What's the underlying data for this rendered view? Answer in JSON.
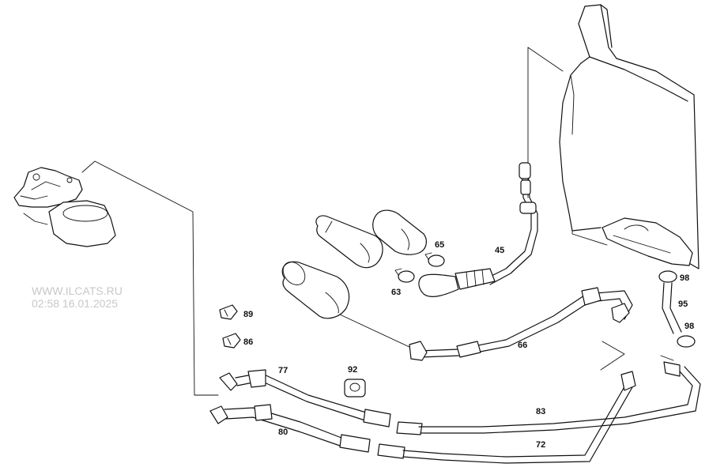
{
  "watermark": {
    "site": "WWW.ILCATS.RU",
    "datetime": "02:58 16.01.2025"
  },
  "callouts": [
    {
      "id": "c45",
      "label": "45"
    },
    {
      "id": "c63",
      "label": "63"
    },
    {
      "id": "c65",
      "label": "65"
    },
    {
      "id": "c66",
      "label": "66"
    },
    {
      "id": "c72",
      "label": "72"
    },
    {
      "id": "c77",
      "label": "77"
    },
    {
      "id": "c80",
      "label": "80"
    },
    {
      "id": "c83",
      "label": "83"
    },
    {
      "id": "c86",
      "label": "86"
    },
    {
      "id": "c89",
      "label": "89"
    },
    {
      "id": "c92",
      "label": "92"
    },
    {
      "id": "c95",
      "label": "95"
    },
    {
      "id": "c98a",
      "label": "98"
    },
    {
      "id": "c98b",
      "label": "98"
    }
  ]
}
